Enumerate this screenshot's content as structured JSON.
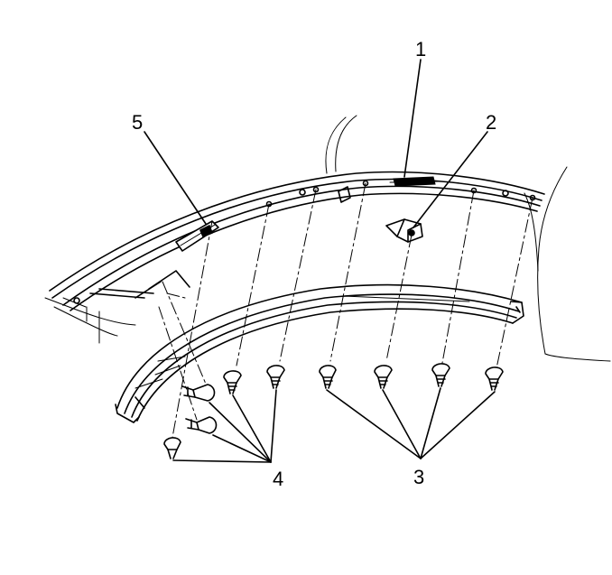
{
  "callouts": [
    {
      "id": "1",
      "text": "1"
    },
    {
      "id": "2",
      "text": "2"
    },
    {
      "id": "3",
      "text": "3"
    },
    {
      "id": "4",
      "text": "4"
    },
    {
      "id": "5",
      "text": "5"
    }
  ],
  "icons": {
    "screw": "screw-icon",
    "clip": "retainer-clip-icon",
    "molding": "roof-molding-icon"
  }
}
